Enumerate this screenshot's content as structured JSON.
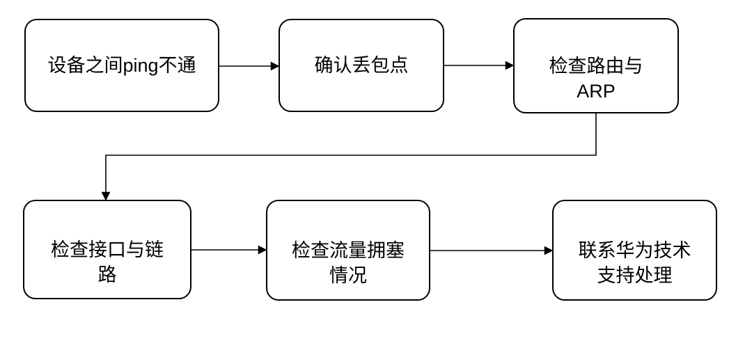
{
  "diagram": {
    "type": "flowchart",
    "background_color": "#ffffff",
    "node_fill_color": "#ffffff",
    "node_border_color": "#000000",
    "text_color": "#000000",
    "nodes": [
      {
        "id": "ping-failure",
        "label": "设备之间ping不通"
      },
      {
        "id": "confirm-packet-loss-point",
        "label": "确认丢包点"
      },
      {
        "id": "check-route-arp",
        "label": "检查路由与\nARP"
      },
      {
        "id": "check-interface-link",
        "label": "检查接口与链\n路"
      },
      {
        "id": "check-traffic-congestion",
        "label": "检查流量拥塞\n情况"
      },
      {
        "id": "contact-huawei-support",
        "label": "联系华为技术\n支持处理"
      }
    ],
    "edges": [
      {
        "from": "ping-failure",
        "to": "confirm-packet-loss-point"
      },
      {
        "from": "confirm-packet-loss-point",
        "to": "check-route-arp"
      },
      {
        "from": "check-route-arp",
        "to": "check-interface-link"
      },
      {
        "from": "check-interface-link",
        "to": "check-traffic-congestion"
      },
      {
        "from": "check-traffic-congestion",
        "to": "contact-huawei-support"
      }
    ]
  }
}
